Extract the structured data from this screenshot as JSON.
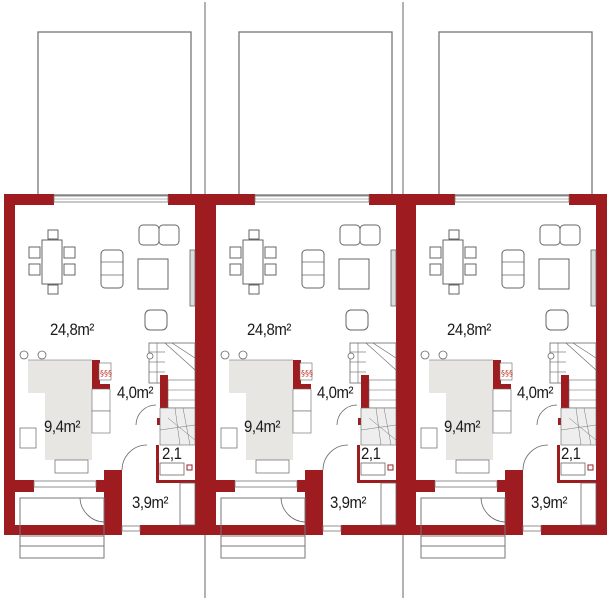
{
  "drawing": {
    "type": "floor-plan",
    "description": "Ground floor plan of three terraced house units",
    "wall_color": "#9e1b20",
    "kitchen_fill": "#e8e6e2",
    "line_color": "#555555"
  },
  "units": [
    {
      "rooms": [
        {
          "id": "living",
          "area": "24,8m²"
        },
        {
          "id": "kitchen",
          "area": "9,4m²"
        },
        {
          "id": "hall",
          "area": "4,0m²"
        },
        {
          "id": "wc",
          "area": "2,1"
        },
        {
          "id": "vestibule",
          "area": "3,9m²"
        }
      ]
    },
    {
      "rooms": [
        {
          "id": "living",
          "area": "24,8m²"
        },
        {
          "id": "kitchen",
          "area": "9,4m²"
        },
        {
          "id": "hall",
          "area": "4,0m²"
        },
        {
          "id": "wc",
          "area": "2,1"
        },
        {
          "id": "vestibule",
          "area": "3,9m²"
        }
      ]
    },
    {
      "rooms": [
        {
          "id": "living",
          "area": "24,8m²"
        },
        {
          "id": "kitchen",
          "area": "9,4m²"
        },
        {
          "id": "hall",
          "area": "4,0m²"
        },
        {
          "id": "wc",
          "area": "2,1"
        },
        {
          "id": "vestibule",
          "area": "3,9m²"
        }
      ]
    }
  ]
}
